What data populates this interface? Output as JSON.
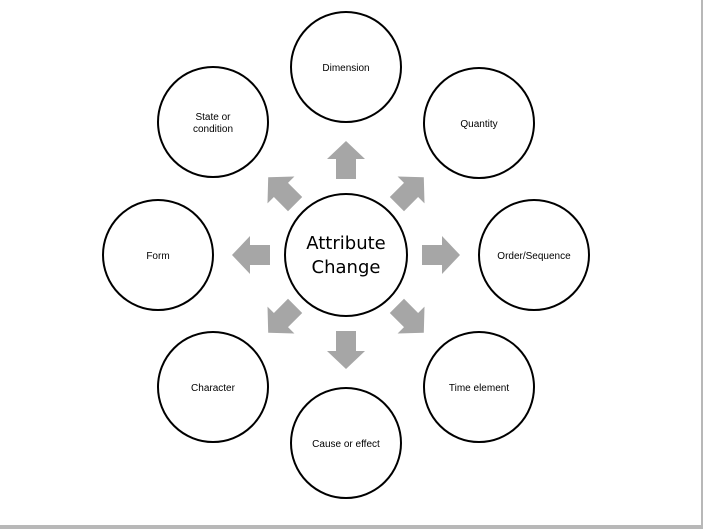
{
  "diagram": {
    "center": {
      "line1": "Attribute",
      "line2": "Change"
    },
    "nodes": [
      {
        "id": "dimension",
        "lines": [
          "Dimension"
        ]
      },
      {
        "id": "quantity",
        "lines": [
          "Quantity"
        ]
      },
      {
        "id": "order-sequence",
        "lines": [
          "Order/Sequence"
        ]
      },
      {
        "id": "time-element",
        "lines": [
          "Time element"
        ]
      },
      {
        "id": "cause-or-effect",
        "lines": [
          "Cause or effect"
        ]
      },
      {
        "id": "character",
        "lines": [
          "Character"
        ]
      },
      {
        "id": "form",
        "lines": [
          "Form"
        ]
      },
      {
        "id": "state-or-condition",
        "lines": [
          "State or",
          "condition"
        ]
      }
    ],
    "arrow_color": "#a6a6a6",
    "circle_stroke": "#000000"
  }
}
